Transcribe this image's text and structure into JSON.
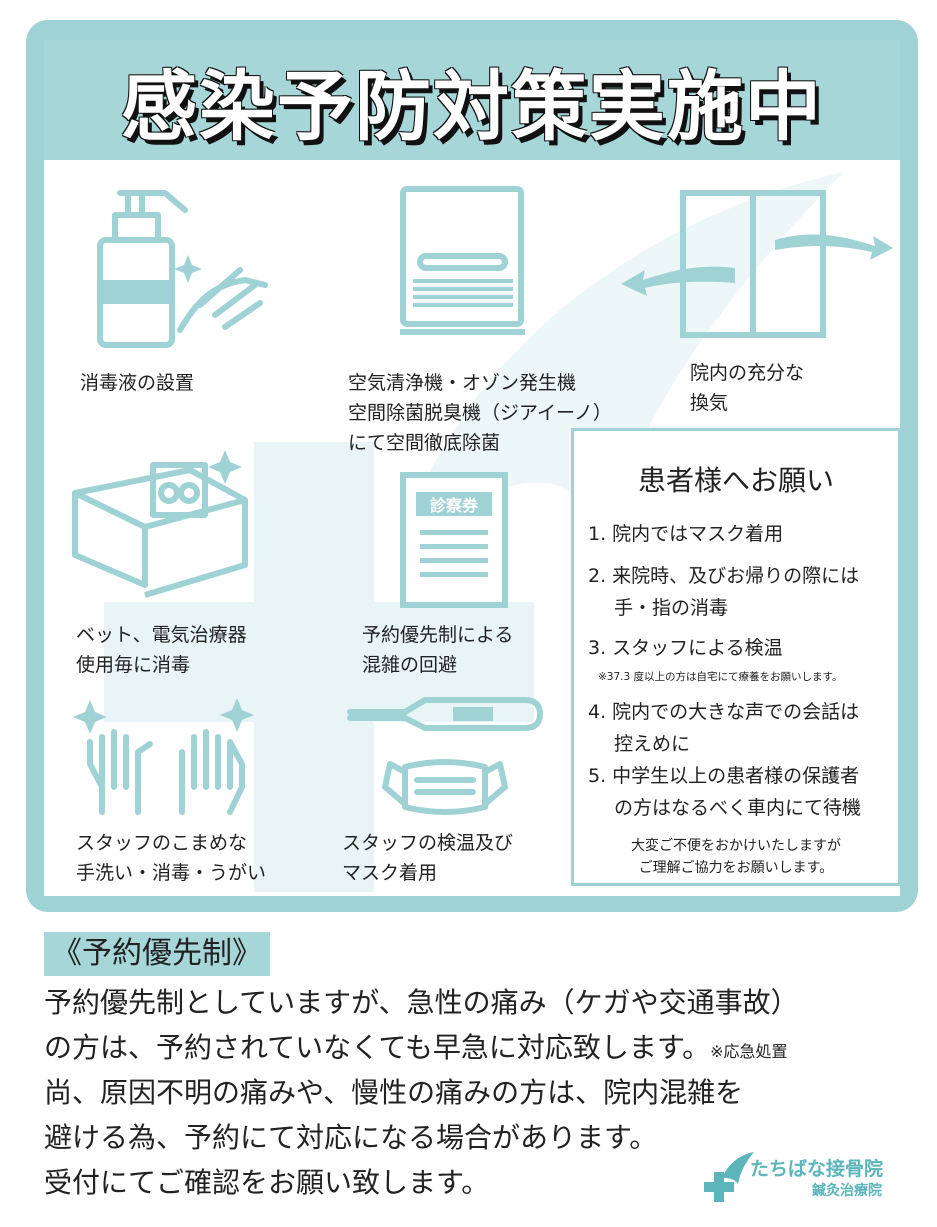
{
  "title": "感染予防対策実施中",
  "measures": {
    "sanitizer": [
      "消毒液の設置"
    ],
    "air": [
      "空気清浄機・オゾン発生機",
      "空間除菌脱臭機（ジアイーノ）",
      "にて空間徹底除菌"
    ],
    "ventilation": [
      "院内の充分な",
      "換気"
    ],
    "bed": [
      "ベット、電気治療器",
      "使用毎に消毒"
    ],
    "reservation": [
      "予約優先制による",
      "混雑の回避"
    ],
    "handwash": [
      "スタッフのこまめな",
      "手洗い・消毒・うがい"
    ],
    "temperature": [
      "スタッフの検温及び",
      "マスク着用"
    ]
  },
  "card_label": "診察券",
  "notice": {
    "title": "患者様へお願い",
    "items": [
      "1. 院内ではマスク着用",
      "2. 来院時、及びお帰りの際には",
      "手・指の消毒",
      "3. スタッフによる検温",
      "4. 院内での大きな声での会話は",
      "控えめに",
      "5. 中学生以上の患者様の保護者",
      "の方はなるべく車内にて待機"
    ],
    "temp_note": "※37.3 度以上の方は自宅にて療養をお願いします。",
    "footer": [
      "大変ご不便をおかけいたしますが",
      "ご理解ご協力をお願いします。"
    ]
  },
  "policy": {
    "tag": "《予約優先制》",
    "lines": [
      "予約優先制としていますが、急性の痛み（ケガや交通事故）",
      "の方は、予約されていなくても早急に対応致します。",
      "尚、原因不明の痛みや、慢性の痛みの方は、院内混雑を",
      "避ける為、予約にて対応になる場合があります。",
      "受付にてご確認をお願い致します。"
    ],
    "note": "※応急処置"
  },
  "logo": {
    "name": "たちばな接骨院",
    "sub": "鍼灸治療院"
  },
  "colors": {
    "accent": "#9fd2d4",
    "title_bg": "#a7d6d8",
    "logo": "#5bb5bb"
  }
}
